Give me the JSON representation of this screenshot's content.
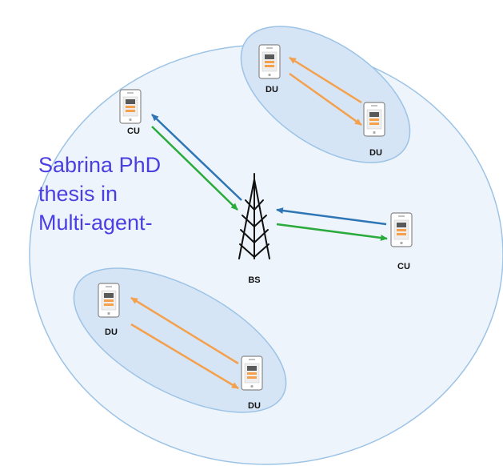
{
  "labels": {
    "bs": "BS",
    "du_top_left": "DU",
    "du_top_right": "DU",
    "cu_left": "CU",
    "cu_right": "CU",
    "du_bottom_left": "DU",
    "du_bottom_right": "DU"
  },
  "overlay_text": {
    "line1": "Sabrina PhD",
    "line2": "thesis in",
    "line3": "Multi-agent-"
  },
  "colors": {
    "cell_fill": "#edf4fb",
    "cell_stroke": "#9cc3e6",
    "cluster_fill": "#d5e5f5",
    "arrow_blue": "#2e75b6",
    "arrow_green": "#2aab3c",
    "arrow_orange": "#f4a04c",
    "text_blue": "#4a3fe0"
  },
  "icons": {
    "base_station": "cell-tower-icon",
    "device": "mobile-device-icon"
  }
}
